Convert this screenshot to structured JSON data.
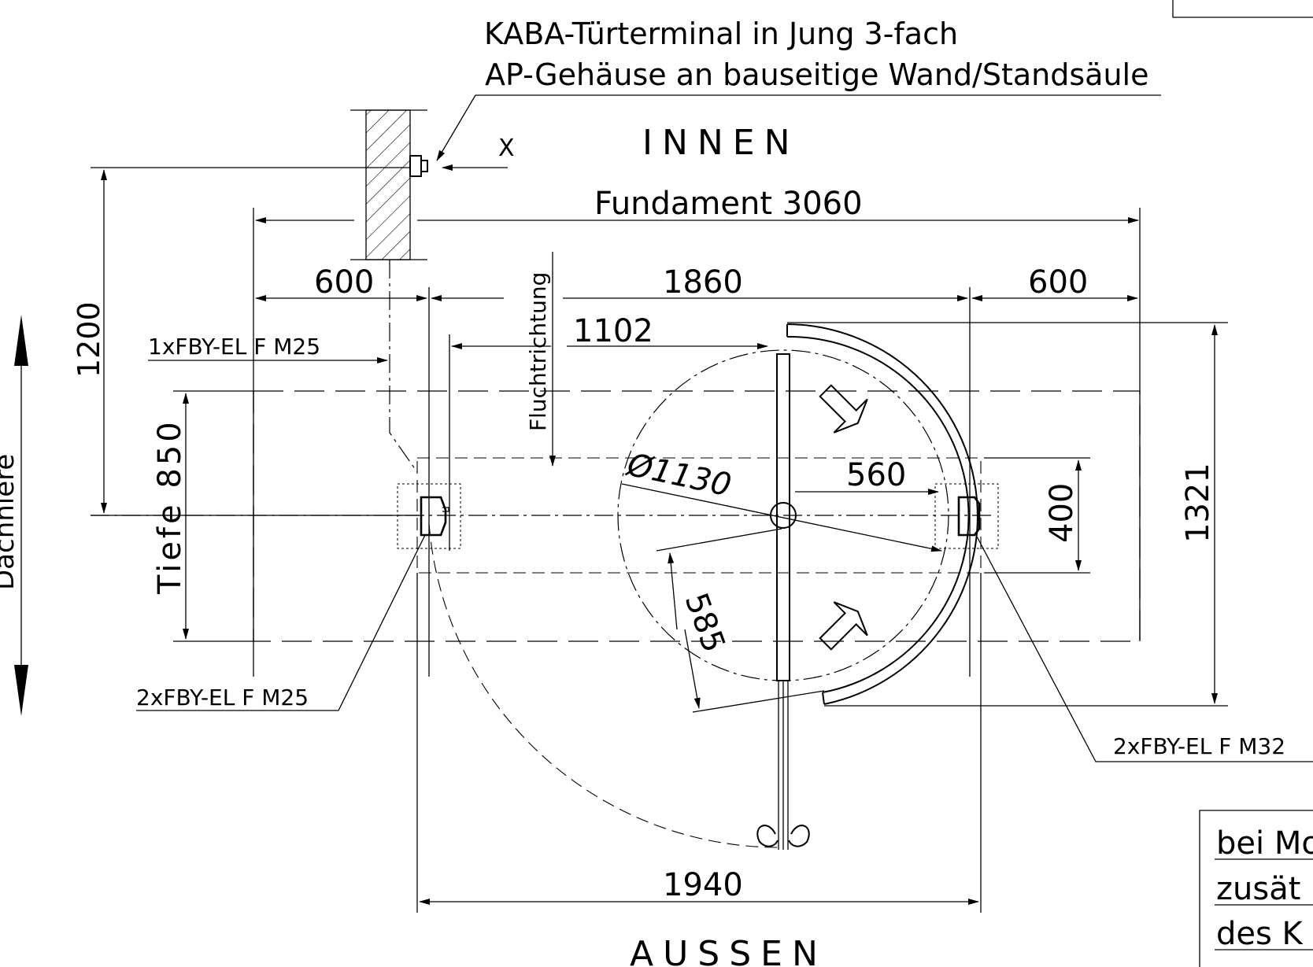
{
  "labels": {
    "terminal_line1": "KABA-Türterminal in Jung 3-fach",
    "terminal_line2": "AP-Gehäuse an bauseitige Wand/Standsäule",
    "inside": "INNEN",
    "outside": "AUSSEN",
    "view_x": "X",
    "foundation": "Fundament 3060",
    "escape_direction": "Fluchtrichtung",
    "depth": "Tiefe 850",
    "side_cut": "Dachhlere",
    "note_line1": "bei Mo",
    "note_line2": "zusät",
    "note_line3": "des K"
  },
  "dimensions": {
    "left_600": "600",
    "center_1860": "1860",
    "right_600": "600",
    "d1102": "1102",
    "d1200": "1200",
    "dia1130": "Ø1130",
    "d560": "560",
    "d400": "400",
    "d585": "585",
    "d1321": "1321",
    "d1940": "1940"
  },
  "cables": {
    "c1": "1xFBY-EL F M25",
    "c2": "2xFBY-EL F M25",
    "c3": "2xFBY-EL F M32"
  }
}
